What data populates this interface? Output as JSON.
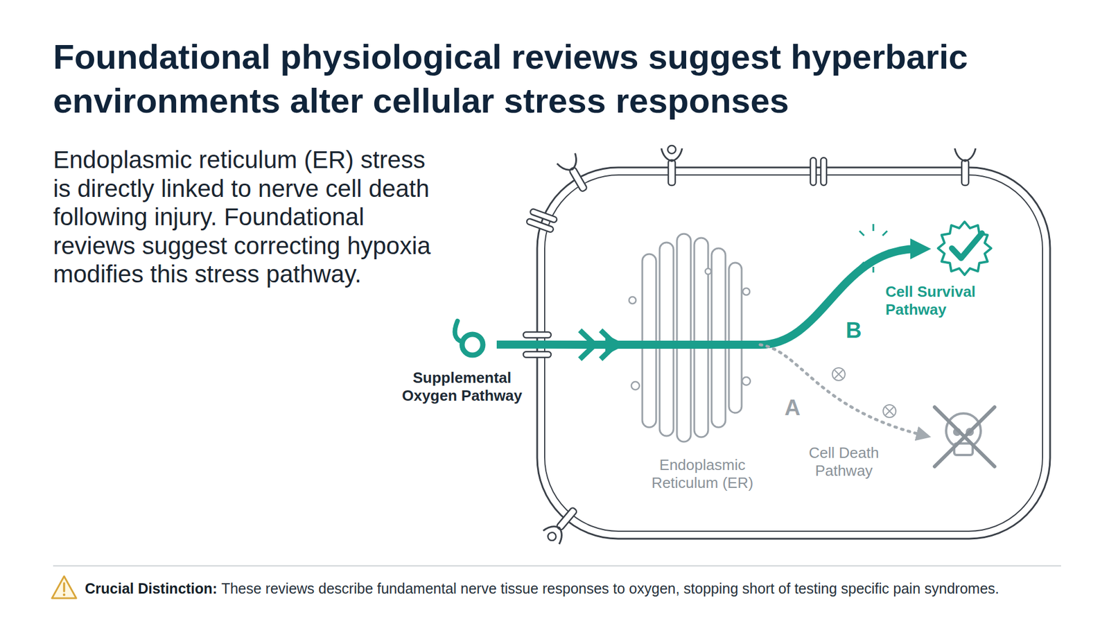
{
  "diagram": {
    "title": "Foundational physiological reviews suggest hyperbaric environments alter cellular stress responses",
    "caption": "These reviews describe fundamental nerve tissue responses to oxygen, stopping short of testing specific pain syndromes.",
    "nodes": [
      {
        "text": [
          "Supplemental Oxygen Pathway"
        ]
      },
      {
        "text": [
          "Endoplasmic Reticulum (ER)"
        ]
      },
      {
        "text": [
          "Cell Survival Pathway"
        ]
      },
      {
        "text": [
          "Cell Death Pathway"
        ]
      }
    ],
    "edges": [
      {
        "from": 0,
        "to": 1,
        "arrow": "to"
      },
      {
        "from": 1,
        "to": 2,
        "label": "B",
        "arrow": "to"
      },
      {
        "from": 1,
        "to": 3,
        "label": "A",
        "arrow": "to"
      }
    ],
    "labels": [
      "Endoplasmic reticulum (ER) stress is directly linked to nerve cell death following injury. Foundational reviews suggest correcting hypoxia modifies this stress pathway.",
      "Crucial Distinction:"
    ]
  }
}
